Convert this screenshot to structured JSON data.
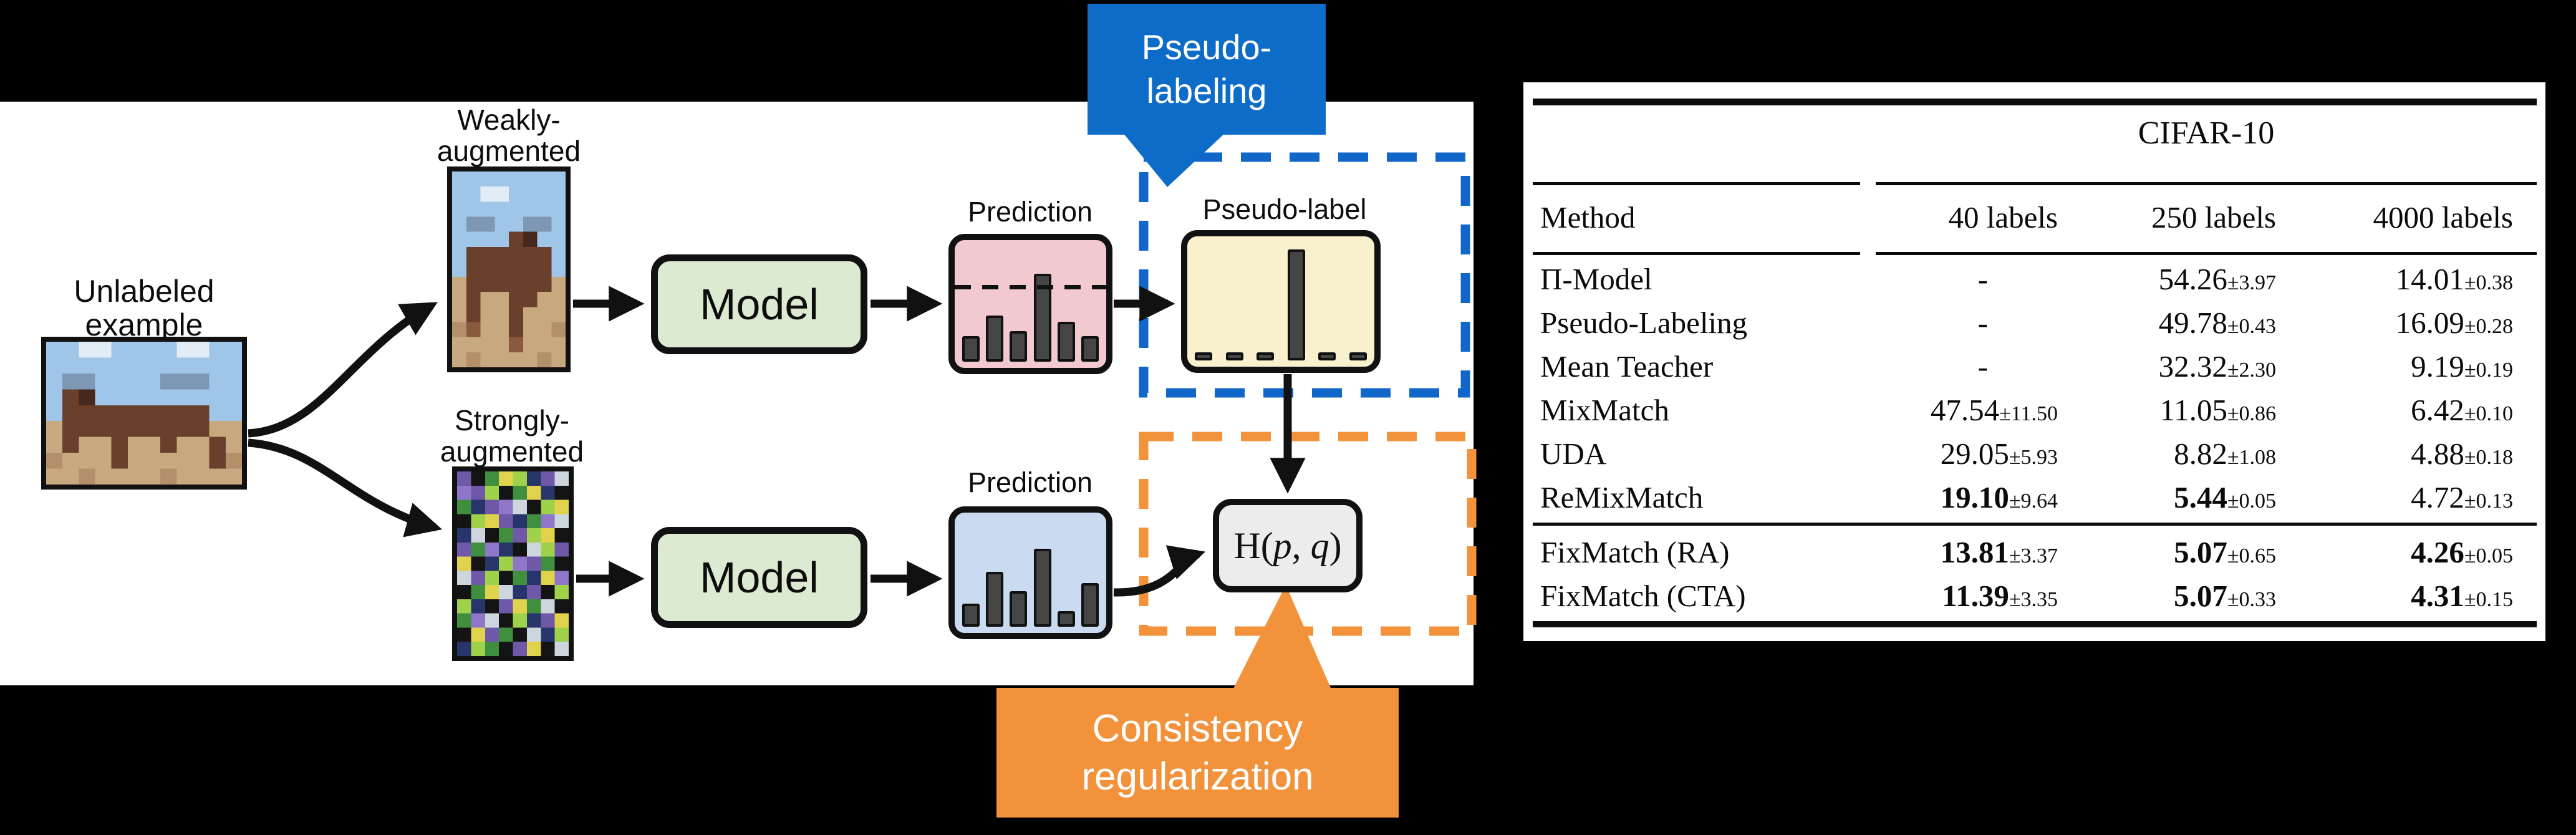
{
  "scene": {
    "background": "#000000"
  },
  "diagram": {
    "captions": {
      "unlabeled": [
        "Unlabeled",
        "example"
      ],
      "weakly": [
        "Weakly-",
        "augmented"
      ],
      "strongly": [
        "Strongly-",
        "augmented"
      ],
      "model_top": "Model",
      "model_bottom": "Model",
      "prediction_top": "Prediction",
      "prediction_bottom": "Prediction",
      "pseudo_label": "Pseudo-label"
    },
    "formula": {
      "fn": "H",
      "open": "(",
      "p": "p",
      "sep": ", ",
      "q": "q",
      "close": ")"
    },
    "distributions": {
      "weak_prediction": {
        "bars": [
          0.2,
          0.36,
          0.24,
          0.69,
          0.31,
          0.2
        ],
        "threshold_from_top": 0.35
      },
      "pseudo_label": {
        "bars": [
          0.06,
          0.06,
          0.06,
          0.83,
          0.06,
          0.06
        ]
      },
      "strong_prediction": {
        "bars": [
          0.19,
          0.45,
          0.29,
          0.64,
          0.13,
          0.36
        ]
      }
    },
    "colors": {
      "model_fill": "#dcead2",
      "weak_prediction_fill": "#f2c9ce",
      "strong_prediction_fill": "#c9daf1",
      "pseudo_label_fill": "#f9f1cd",
      "loss_fill": "#ececec",
      "bar_fill": "#454545",
      "pseudo_region_blue": "#1166c9",
      "consistency_region_orange": "#f2923b"
    }
  },
  "callouts": {
    "pseudo_labeling": {
      "lines": [
        "Pseudo-",
        "labeling"
      ],
      "color": "#0d6cc7"
    },
    "consistency": {
      "lines": [
        "Consistency",
        "regularization"
      ],
      "color": "#f2923b"
    }
  },
  "table": {
    "title": "CIFAR-10",
    "columns": [
      "Method",
      "40 labels",
      "250 labels",
      "4000 labels"
    ],
    "rows": [
      {
        "method": "Π-Model",
        "group": 1,
        "cells": [
          {
            "v": "-"
          },
          {
            "v": "54.26",
            "e": "±3.97"
          },
          {
            "v": "14.01",
            "e": "±0.38"
          }
        ]
      },
      {
        "method": "Pseudo-Labeling",
        "group": 1,
        "cells": [
          {
            "v": "-"
          },
          {
            "v": "49.78",
            "e": "±0.43"
          },
          {
            "v": "16.09",
            "e": "±0.28"
          }
        ]
      },
      {
        "method": "Mean Teacher",
        "group": 1,
        "cells": [
          {
            "v": "-"
          },
          {
            "v": "32.32",
            "e": "±2.30"
          },
          {
            "v": "9.19",
            "e": "±0.19"
          }
        ]
      },
      {
        "method": "MixMatch",
        "group": 1,
        "cells": [
          {
            "v": "47.54",
            "e": "±11.50"
          },
          {
            "v": "11.05",
            "e": "±0.86"
          },
          {
            "v": "6.42",
            "e": "±0.10"
          }
        ]
      },
      {
        "method": "UDA",
        "group": 1,
        "cells": [
          {
            "v": "29.05",
            "e": "±5.93"
          },
          {
            "v": "8.82",
            "e": "±1.08"
          },
          {
            "v": "4.88",
            "e": "±0.18"
          }
        ]
      },
      {
        "method": "ReMixMatch",
        "group": 1,
        "cells": [
          {
            "v": "19.10",
            "e": "±9.64",
            "b": true
          },
          {
            "v": "5.44",
            "e": "±0.05",
            "b": true
          },
          {
            "v": "4.72",
            "e": "±0.13"
          }
        ]
      },
      {
        "method": "FixMatch (RA)",
        "group": 2,
        "cells": [
          {
            "v": "13.81",
            "e": "±3.37",
            "b": true
          },
          {
            "v": "5.07",
            "e": "±0.65",
            "b": true
          },
          {
            "v": "4.26",
            "e": "±0.05",
            "b": true
          }
        ]
      },
      {
        "method": "FixMatch (CTA)",
        "group": 2,
        "cells": [
          {
            "v": "11.39",
            "e": "±3.35",
            "b": true
          },
          {
            "v": "5.07",
            "e": "±0.33",
            "b": true
          },
          {
            "v": "4.31",
            "e": "±0.15",
            "b": true
          }
        ]
      }
    ]
  }
}
